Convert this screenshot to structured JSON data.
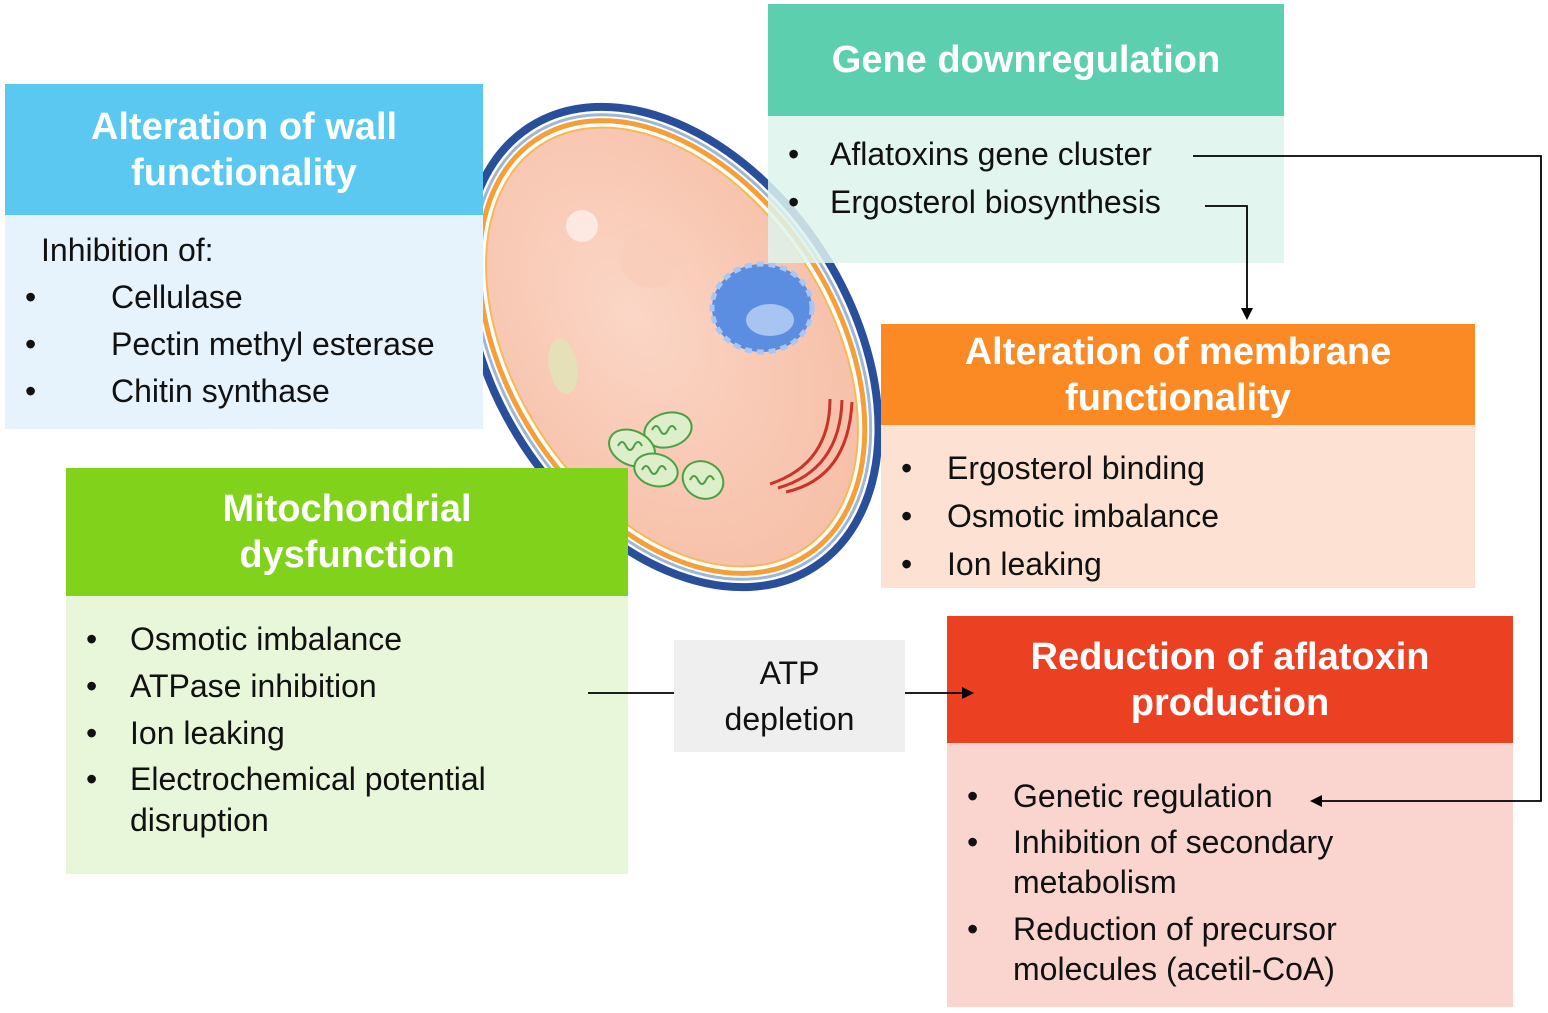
{
  "wall": {
    "title_line1": "Alteration of wall",
    "title_line2": "functionality",
    "intro": "Inhibition of:",
    "items": [
      "Cellulase",
      "Pectin methyl esterase",
      "Chitin synthase"
    ]
  },
  "gene": {
    "title": "Gene downregulation",
    "items": [
      "Aflatoxins gene cluster",
      "Ergosterol biosynthesis"
    ]
  },
  "membrane": {
    "title_line1": "Alteration of membrane",
    "title_line2": "functionality",
    "items": [
      "Ergosterol binding",
      "Osmotic imbalance",
      "Ion leaking"
    ]
  },
  "mito": {
    "title_line1": "Mitochondrial",
    "title_line2": "dysfunction",
    "items": [
      "Osmotic imbalance",
      "ATPase inhibition",
      "Ion leaking"
    ],
    "item4_line1": "Electrochemical potential",
    "item4_line2": "disruption"
  },
  "atp": {
    "line1": "ATP",
    "line2": "depletion"
  },
  "aflatoxin": {
    "title_line1": "Reduction of aflatoxin",
    "title_line2": "production",
    "item1": "Genetic regulation",
    "item2_line1": "Inhibition of secondary",
    "item2_line2": "metabolism",
    "item3_line1": "Reduction of precursor",
    "item3_line2": "molecules (acetil-CoA)"
  },
  "colors": {
    "wall_header": "#5bc8f2",
    "wall_body": "#e6f3fc",
    "gene_header": "#5ccfae",
    "gene_body": "#e2f4ef",
    "membrane_header": "#fb8a25",
    "membrane_body": "#fde1d3",
    "mito_header": "#80d31a",
    "mito_body": "#e8f7d9",
    "aflatoxin_header": "#ec4023",
    "aflatoxin_body": "#fad5d0",
    "atp_box": "#efefef"
  }
}
